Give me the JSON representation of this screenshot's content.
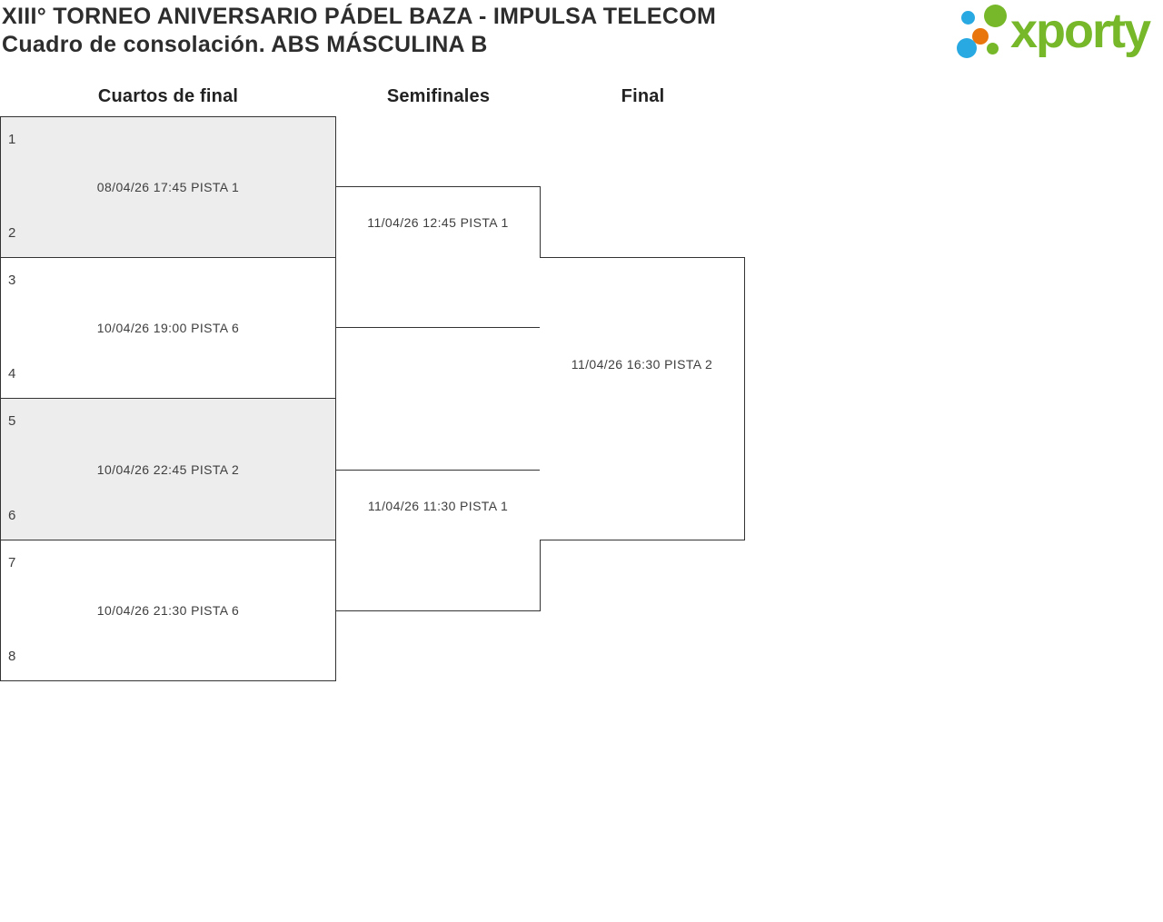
{
  "title": {
    "line1": "XIII° TORNEO ANIVERSARIO PÁDEL BAZA - IMPULSA TELECOM",
    "line2": "Cuadro de consolación. ABS MÁSCULINA B"
  },
  "logo": {
    "wordmark": "xporty",
    "colors": {
      "green": "#76b82a",
      "blue": "#29a9e1",
      "orange": "#e8760d"
    }
  },
  "colors": {
    "shaded_match_bg": "#ededed",
    "match_border": "#333333",
    "text": "#3e3e3e"
  },
  "bracket": {
    "rounds": [
      {
        "name": "Cuartos de final",
        "matches": [
          {
            "slot_top": "1",
            "slot_bottom": "2",
            "schedule": "08/04/26 17:45 PISTA 1",
            "shaded": true
          },
          {
            "slot_top": "3",
            "slot_bottom": "4",
            "schedule": "10/04/26 19:00 PISTA 6",
            "shaded": false
          },
          {
            "slot_top": "5",
            "slot_bottom": "6",
            "schedule": "10/04/26 22:45 PISTA 2",
            "shaded": true
          },
          {
            "slot_top": "7",
            "slot_bottom": "8",
            "schedule": "10/04/26 21:30 PISTA 6",
            "shaded": false
          }
        ]
      },
      {
        "name": "Semifinales",
        "matches": [
          {
            "schedule": "11/04/26 12:45 PISTA 1"
          },
          {
            "schedule": "11/04/26 11:30 PISTA 1"
          }
        ]
      },
      {
        "name": "Final",
        "matches": [
          {
            "schedule": "11/04/26 16:30 PISTA 2"
          }
        ]
      }
    ]
  }
}
